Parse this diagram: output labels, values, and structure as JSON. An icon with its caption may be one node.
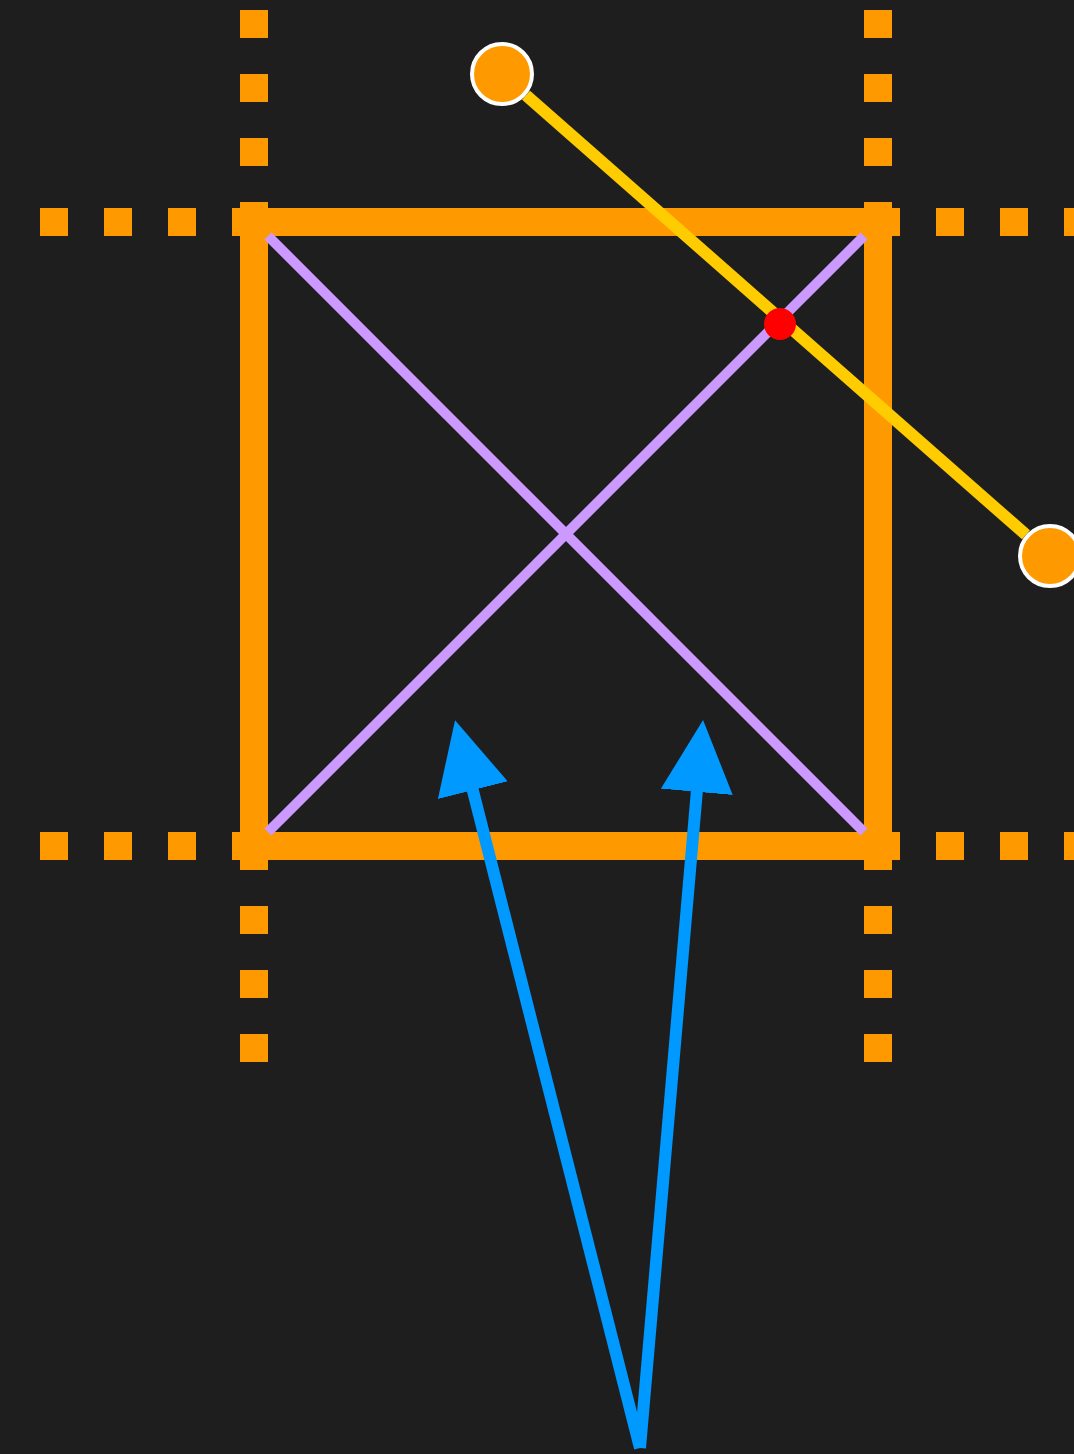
{
  "diagram": {
    "nodes": [
      {
        "text": [],
        "shape": "circle"
      },
      {
        "text": [],
        "shape": "circle"
      }
    ],
    "edges": [
      {
        "from": 0,
        "to": 1,
        "arrow": "none"
      }
    ]
  }
}
